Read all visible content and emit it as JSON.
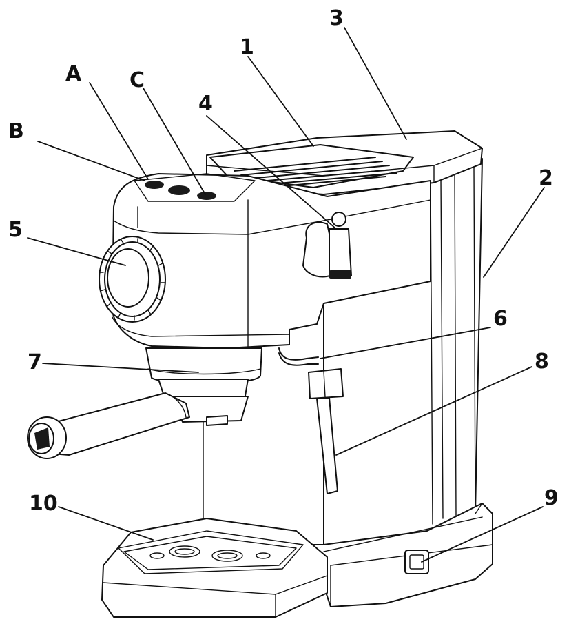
{
  "callouts": {
    "a": "A",
    "b": "B",
    "c": "C",
    "n1": "1",
    "n2": "2",
    "n3": "3",
    "n4": "4",
    "n5": "5",
    "n6": "6",
    "n7": "7",
    "n8": "8",
    "n9": "9",
    "n10": "10"
  }
}
